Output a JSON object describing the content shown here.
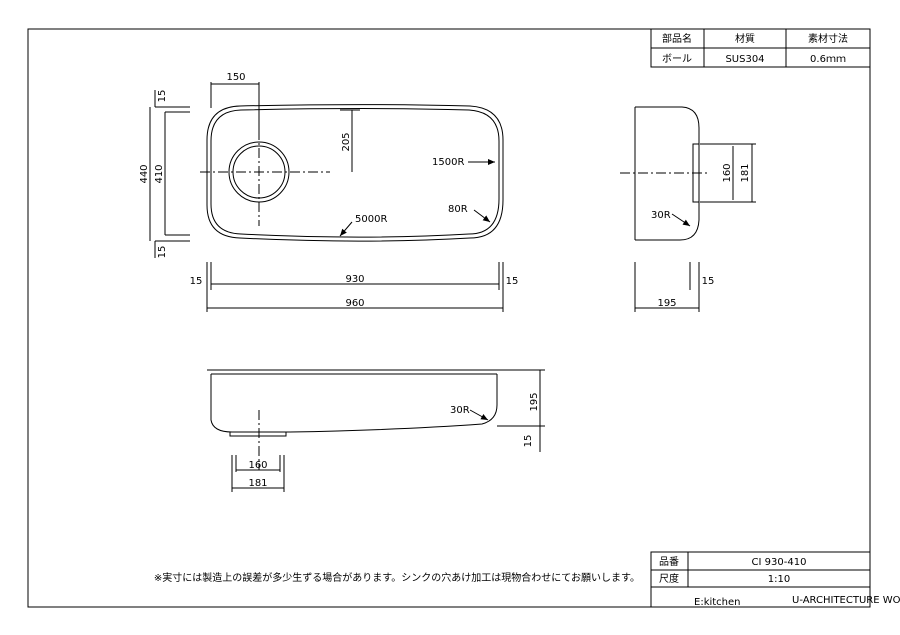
{
  "material_table": {
    "headers": [
      "部品名",
      "材質",
      "素材寸法"
    ],
    "row": [
      "ボール",
      "SUS304",
      "0.6ｍｍ"
    ]
  },
  "title_block": {
    "part_no_label": "品番",
    "part_no": "CI 930-410",
    "scale_label": "尺度",
    "scale": "1:10",
    "logo": "E:kitchen",
    "logo_sub": "U-ARCHITECTURE WORKS"
  },
  "note": "※実寸には製造上の誤差が多少生ずる場合があります。シンクの穴あけ加工は現物合わせにてお願いします。",
  "top_view": {
    "dim_hole_offset": "150",
    "dim_hole_y": "205",
    "label_r1500": "1500R",
    "label_r5000": "5000R",
    "label_r80": "80R",
    "dim_outer_h": "440",
    "dim_inner_h": "410",
    "dim_rim_top": "15",
    "dim_rim_bottom": "15",
    "dim_inner_w": "930",
    "dim_outer_w": "960",
    "dim_rim_left": "15",
    "dim_rim_right": "15"
  },
  "side_view": {
    "label_r30": "30R",
    "dim_160": "160",
    "dim_181": "181",
    "dim_depth": "195",
    "dim_rim": "15"
  },
  "front_view": {
    "label_r30": "30R",
    "dim_depth": "195",
    "dim_rim": "15",
    "dim_160": "160",
    "dim_181": "181"
  }
}
